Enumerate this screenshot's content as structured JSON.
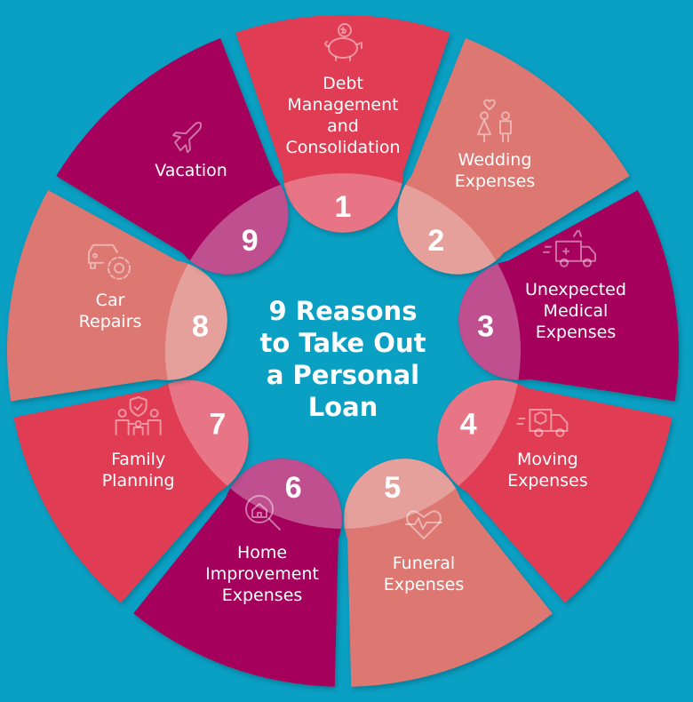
{
  "title_lines": [
    "9 Reasons",
    "to Take Out",
    "a Personal",
    "Loan"
  ],
  "colors": {
    "background": "#0aa0c4",
    "red": "#e03d55",
    "red_inner": "#e87585",
    "salmon": "#dc7772",
    "salmon_inner": "#e6a09c",
    "magenta": "#a5045c",
    "magenta_inner": "#c0508f"
  },
  "items": [
    {
      "number": "1",
      "lines": [
        "Debt",
        "Management",
        "and",
        "Consolidation"
      ],
      "icon": "piggy-bank-icon",
      "tone": "red"
    },
    {
      "number": "2",
      "lines": [
        "Wedding",
        "Expenses"
      ],
      "icon": "wedding-couple-icon",
      "tone": "salmon"
    },
    {
      "number": "3",
      "lines": [
        "Unexpected",
        "Medical",
        "Expenses"
      ],
      "icon": "ambulance-icon",
      "tone": "magenta"
    },
    {
      "number": "4",
      "lines": [
        "Moving",
        "Expenses"
      ],
      "icon": "moving-truck-icon",
      "tone": "red"
    },
    {
      "number": "5",
      "lines": [
        "Funeral",
        "Expenses"
      ],
      "icon": "heart-pulse-icon",
      "tone": "salmon"
    },
    {
      "number": "6",
      "lines": [
        "Home",
        "Improvement",
        "Expenses"
      ],
      "icon": "home-search-icon",
      "tone": "magenta"
    },
    {
      "number": "7",
      "lines": [
        "Family",
        "Planning"
      ],
      "icon": "family-shield-icon",
      "tone": "red"
    },
    {
      "number": "8",
      "lines": [
        "Car",
        "Repairs"
      ],
      "icon": "car-gear-icon",
      "tone": "salmon"
    },
    {
      "number": "9",
      "lines": [
        "Vacation"
      ],
      "icon": "airplane-icon",
      "tone": "magenta"
    }
  ]
}
